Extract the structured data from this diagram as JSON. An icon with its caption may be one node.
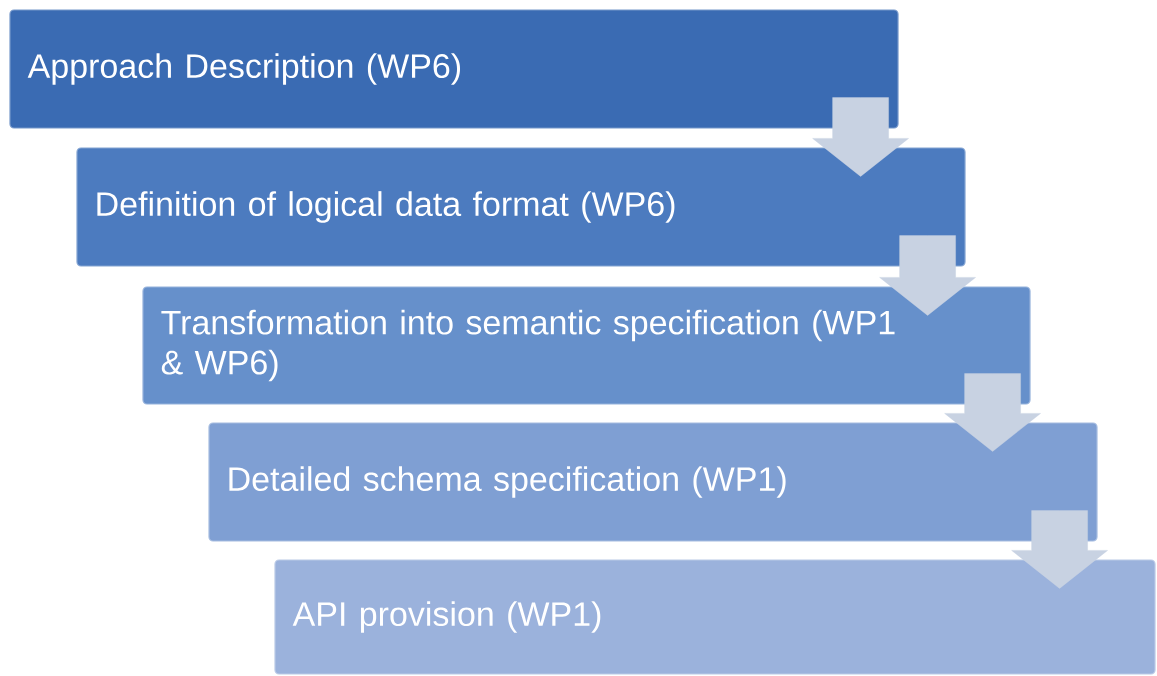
{
  "diagram": {
    "nodes": [
      {
        "text": [
          "Approach Description  (WP6)"
        ]
      },
      {
        "text": [
          "Definition of logical data format  (WP6)"
        ]
      },
      {
        "text": [
          "Transformation into semantic specification (WP1 & WP6)"
        ]
      },
      {
        "text": [
          "Detailed schema specification  (WP1)"
        ]
      },
      {
        "text": [
          "API provision (WP1)"
        ]
      }
    ],
    "edges": [
      {
        "from": 0,
        "to": 1,
        "arrow": "to"
      },
      {
        "from": 1,
        "to": 2,
        "arrow": "to"
      },
      {
        "from": 2,
        "to": 3,
        "arrow": "to"
      },
      {
        "from": 3,
        "to": 4,
        "arrow": "to"
      }
    ]
  }
}
